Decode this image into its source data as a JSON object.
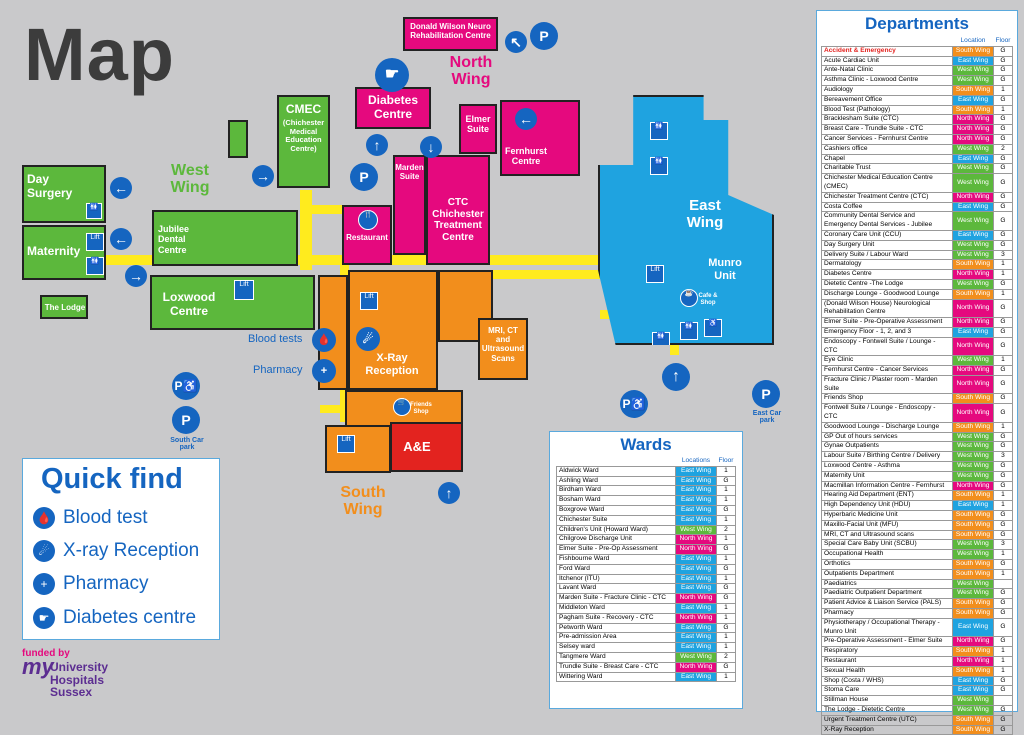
{
  "title": "Map",
  "colors": {
    "West Wing": "#5cb83c",
    "East Wing": "#1fa3e0",
    "North Wing": "#e5097e",
    "South Wing": "#f28e1c"
  },
  "wings": {
    "west": "West Wing",
    "north": "North Wing",
    "east": "East Wing",
    "south": "South Wing"
  },
  "buildings": {
    "day_surgery": "Day Surgery",
    "maternity": "Maternity",
    "the_lodge": "The Lodge",
    "jubilee": "Jubilee Dental Centre",
    "loxwood": "Loxwood Centre",
    "cmec": "CMEC",
    "cmec_sub": "(Chichester Medical Education Centre)",
    "diabetes": "Diabetes Centre",
    "dw_neuro": "Donald Wilson Neuro Rehabilitation Centre",
    "elmer": "Elmer Suite",
    "fernhurst": "Fernhurst Centre",
    "marden": "Marden Suite",
    "ctc": "CTC Chichester Treatment Centre",
    "restaurant": "Restaurant",
    "munro": "Munro Unit",
    "xray": "X-Ray Reception",
    "mri": "MRI, CT and Ultrasound Scans",
    "ae": "A&E",
    "friends_shop": "Friends Shop",
    "cafe_shop": "Cafe & Shop",
    "lift": "Lift"
  },
  "map_labels": {
    "blood_tests": "Blood tests",
    "pharmacy": "Pharmacy",
    "south_car_park": "South Car park",
    "east_car_park": "East Car park"
  },
  "icons": [
    "parking-icon",
    "accessible-parking-icon",
    "arrow-icon",
    "lift-icon",
    "toilet-icon",
    "blood-test-icon",
    "xray-icon",
    "pharmacy-icon",
    "diabetes-icon"
  ],
  "quick_find": {
    "title": "Quick find",
    "items": [
      "Blood test",
      "X-ray Reception",
      "Pharmacy",
      "Diabetes centre"
    ]
  },
  "funded_by": {
    "line1": "funded by",
    "logo_my": "my",
    "logo_text": "University Hospitals Sussex"
  },
  "wards": {
    "title": "Wards",
    "col_location": "Locations",
    "col_floor": "Floor",
    "rows": [
      [
        "Aldwick Ward",
        "East Wing",
        "1"
      ],
      [
        "Ashling Ward",
        "East Wing",
        "G"
      ],
      [
        "Birdham Ward",
        "East Wing",
        "1"
      ],
      [
        "Bosham Ward",
        "East Wing",
        "1"
      ],
      [
        "Boxgrove Ward",
        "East Wing",
        "G"
      ],
      [
        "Chichester Suite",
        "East Wing",
        "1"
      ],
      [
        "Children's Unit (Howard Ward)",
        "West Wing",
        "2"
      ],
      [
        "Chilgrove Discharge Unit",
        "North Wing",
        "1"
      ],
      [
        "Elmer Suite - Pre-Op Assessment",
        "North Wing",
        "G"
      ],
      [
        "Fishbourne Ward",
        "East Wing",
        "1"
      ],
      [
        "Ford Ward",
        "East Wing",
        "G"
      ],
      [
        "Itchenor (ITU)",
        "East Wing",
        "1"
      ],
      [
        "Lavant Ward",
        "East Wing",
        "G"
      ],
      [
        "Marden Suite - Fracture Clinic - CTC",
        "North Wing",
        "G"
      ],
      [
        "Middleton Ward",
        "East Wing",
        "1"
      ],
      [
        "Pagham Suite - Recovery - CTC",
        "North Wing",
        "1"
      ],
      [
        "Petworth Ward",
        "East Wing",
        "G"
      ],
      [
        "Pre-admission Area",
        "East Wing",
        "1"
      ],
      [
        "Selsey ward",
        "East Wing",
        "1"
      ],
      [
        "Tangmere Ward",
        "West Wing",
        "2"
      ],
      [
        "Trundle Suite - Breast Care - CTC",
        "North Wing",
        "G"
      ],
      [
        "Wittering Ward",
        "East Wing",
        "1"
      ]
    ]
  },
  "departments": {
    "title": "Departments",
    "col_location": "Location",
    "col_floor": "Floor",
    "rows": [
      [
        "Accident & Emergency",
        "South Wing",
        "G"
      ],
      [
        "Acute Cardiac Unit",
        "East Wing",
        "G"
      ],
      [
        "Ante-Natal Clinic",
        "West Wing",
        "G"
      ],
      [
        "Asthma Clinic - Loxwood Centre",
        "West Wing",
        "G"
      ],
      [
        "Audiology",
        "South Wing",
        "1"
      ],
      [
        "Bereavement Office",
        "East Wing",
        "G"
      ],
      [
        "Blood Test (Pathology)",
        "South Wing",
        "1"
      ],
      [
        "Bracklesham Suite (CTC)",
        "North Wing",
        "G"
      ],
      [
        "Breast Care - Trundle Suite - CTC",
        "North Wing",
        "G"
      ],
      [
        "Cancer Services - Fernhurst Centre",
        "North Wing",
        "G"
      ],
      [
        "Cashiers office",
        "West Wing",
        "2"
      ],
      [
        "Chapel",
        "East Wing",
        "G"
      ],
      [
        "Charitable Trust",
        "West Wing",
        "G"
      ],
      [
        "Chichester Medical Education Centre (CMEC)",
        "West Wing",
        "G"
      ],
      [
        "Chichester Treatment Centre (CTC)",
        "North Wing",
        "G"
      ],
      [
        "Costa Coffee",
        "East Wing",
        "G"
      ],
      [
        "Community Dental Service and Emergency Dental Services - Jubilee",
        "West Wing",
        "G"
      ],
      [
        "Coronary Care Unit (CCU)",
        "East Wing",
        "G"
      ],
      [
        "Day Surgery Unit",
        "West Wing",
        "G"
      ],
      [
        "Delivery Suite / Labour Ward",
        "West Wing",
        "3"
      ],
      [
        "Dermatology",
        "South Wing",
        "1"
      ],
      [
        "Diabetes Centre",
        "North Wing",
        "1"
      ],
      [
        "Dietetic Centre -The Lodge",
        "West Wing",
        "G"
      ],
      [
        "Discharge Lounge - Goodwood Lounge",
        "South Wing",
        "1"
      ],
      [
        "(Donald Wilson House) Neurological Rehabilitation Centre",
        "North Wing",
        "G"
      ],
      [
        "Elmer Suite - Pre-Operative Assessment",
        "North Wing",
        "G"
      ],
      [
        "Emergency Floor - 1, 2, and 3",
        "East Wing",
        "G"
      ],
      [
        "Endoscopy - Fontwell Suite / Lounge - CTC",
        "North Wing",
        "G"
      ],
      [
        "Eye Clinic",
        "West Wing",
        "1"
      ],
      [
        "Fernhurst Centre - Cancer Services",
        "North Wing",
        "G"
      ],
      [
        "Fracture Clinic / Plaster room - Marden Suite",
        "North Wing",
        "G"
      ],
      [
        "Friends Shop",
        "South Wing",
        "G"
      ],
      [
        "Fontwell Suite / Lounge - Endoscopy - CTC",
        "North Wing",
        "G"
      ],
      [
        "Goodwood Lounge - Discharge Lounge",
        "South Wing",
        "1"
      ],
      [
        "GP Out of hours services",
        "West Wing",
        "G"
      ],
      [
        "Gynae Outpatients",
        "West Wing",
        "G"
      ],
      [
        "Labour Suite / Birthing Centre / Delivery",
        "West Wing",
        "3"
      ],
      [
        "Loxwood Centre - Asthma",
        "West Wing",
        "G"
      ],
      [
        "Maternity Unit",
        "West Wing",
        "G"
      ],
      [
        "Macmillan Information Centre - Fernhurst",
        "North Wing",
        "G"
      ],
      [
        "Hearing Aid Department (ENT)",
        "South Wing",
        "1"
      ],
      [
        "High Dependency Unit (HDU)",
        "East Wing",
        "1"
      ],
      [
        "Hyperbaric Medicine Unit",
        "South Wing",
        "G"
      ],
      [
        "Maxillo-Facial Unit (MFU)",
        "South Wing",
        "G"
      ],
      [
        "MRI, CT and Ultrasound scans",
        "South Wing",
        "G"
      ],
      [
        "Special Care Baby Unit  (SCBU)",
        "West Wing",
        "3"
      ],
      [
        "Occupational Health",
        "West Wing",
        "1"
      ],
      [
        "Orthotics",
        "South Wing",
        "G"
      ],
      [
        "Outpatients Department",
        "South Wing",
        "1"
      ],
      [
        "Paediatrics",
        "West Wing",
        ""
      ],
      [
        "Paediatric Outpatient Department",
        "West Wing",
        "G"
      ],
      [
        "Patient Advice & Liaison Service (PALS)",
        "South Wing",
        "G"
      ],
      [
        "Pharmacy",
        "South Wing",
        "G"
      ],
      [
        "Physiotherapy / Occupational Therapy - Munro Unit",
        "East Wing",
        "G"
      ],
      [
        "Pre-Operative Assessment -  Elmer Suite",
        "North Wing",
        "G"
      ],
      [
        "Respiratory",
        "South Wing",
        "1"
      ],
      [
        "Restaurant",
        "North Wing",
        "1"
      ],
      [
        "Sexual Health",
        "South Wing",
        "1"
      ],
      [
        "Shop (Costa / WHS)",
        "East Wing",
        "G"
      ],
      [
        "Stoma Care",
        "East Wing",
        "G"
      ],
      [
        "Stillman House",
        "West Wing",
        ""
      ],
      [
        "The Lodge - Dietetic Centre",
        "West Wing",
        "G"
      ],
      [
        "Urgent Treatment Centre (UTC)",
        "South Wing",
        "G"
      ],
      [
        "X-Ray Reception",
        "South Wing",
        "G"
      ]
    ]
  }
}
